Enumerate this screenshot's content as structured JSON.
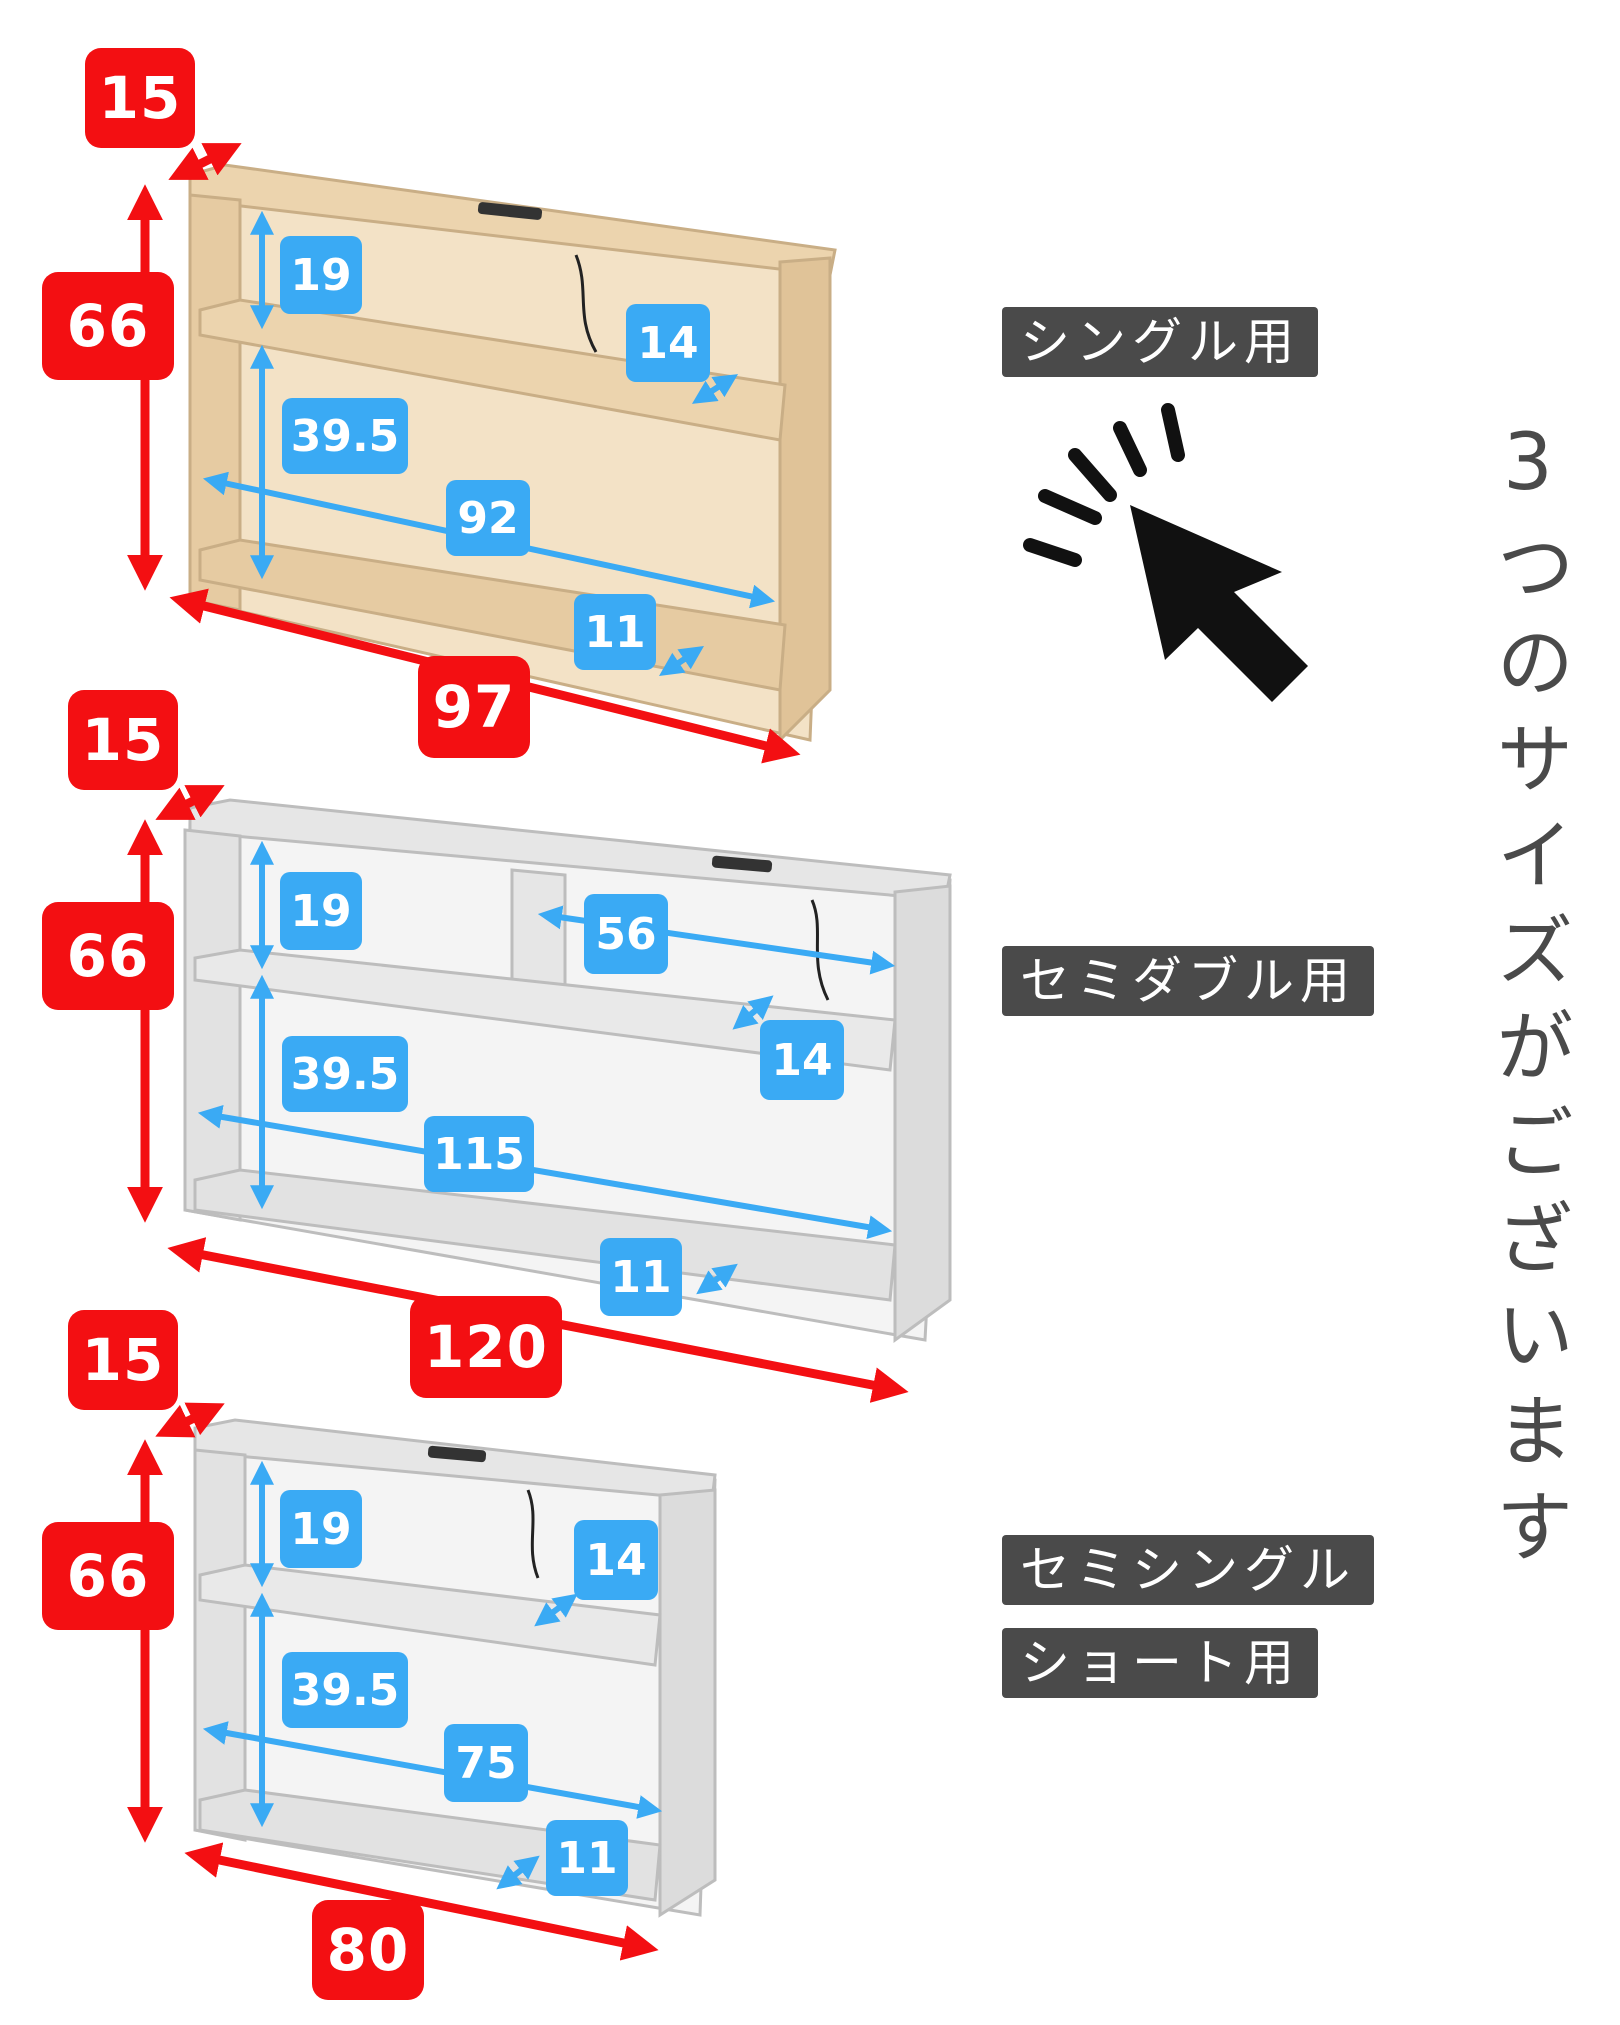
{
  "headline": "3つのサイズがございます",
  "colors": {
    "red": "#f30f12",
    "blue": "#3aaaf4",
    "label_bg": "#4a4a4a",
    "wood_natural": "#ecd6b4",
    "wood_white": "#e9e9e9"
  },
  "products": [
    {
      "label": "シングル用",
      "finish": "natural",
      "depth": "15",
      "height": "66",
      "width": "97",
      "top_space": "19",
      "lower_space": "39.5",
      "inner_width": "92",
      "shelf_depth": "14",
      "bottom_depth": "11"
    },
    {
      "label": "セミダブル用",
      "finish": "white",
      "depth": "15",
      "height": "66",
      "width": "120",
      "top_space": "19",
      "lower_space": "39.5",
      "inner_width": "115",
      "compartment_width": "56",
      "shelf_depth": "14",
      "bottom_depth": "11"
    },
    {
      "label_lines": [
        "セミシングル",
        "ショート用"
      ],
      "finish": "white",
      "depth": "15",
      "height": "66",
      "width": "80",
      "top_space": "19",
      "lower_space": "39.5",
      "inner_width": "75",
      "shelf_depth": "14",
      "bottom_depth": "11"
    }
  ],
  "icon": "cursor-click-icon"
}
